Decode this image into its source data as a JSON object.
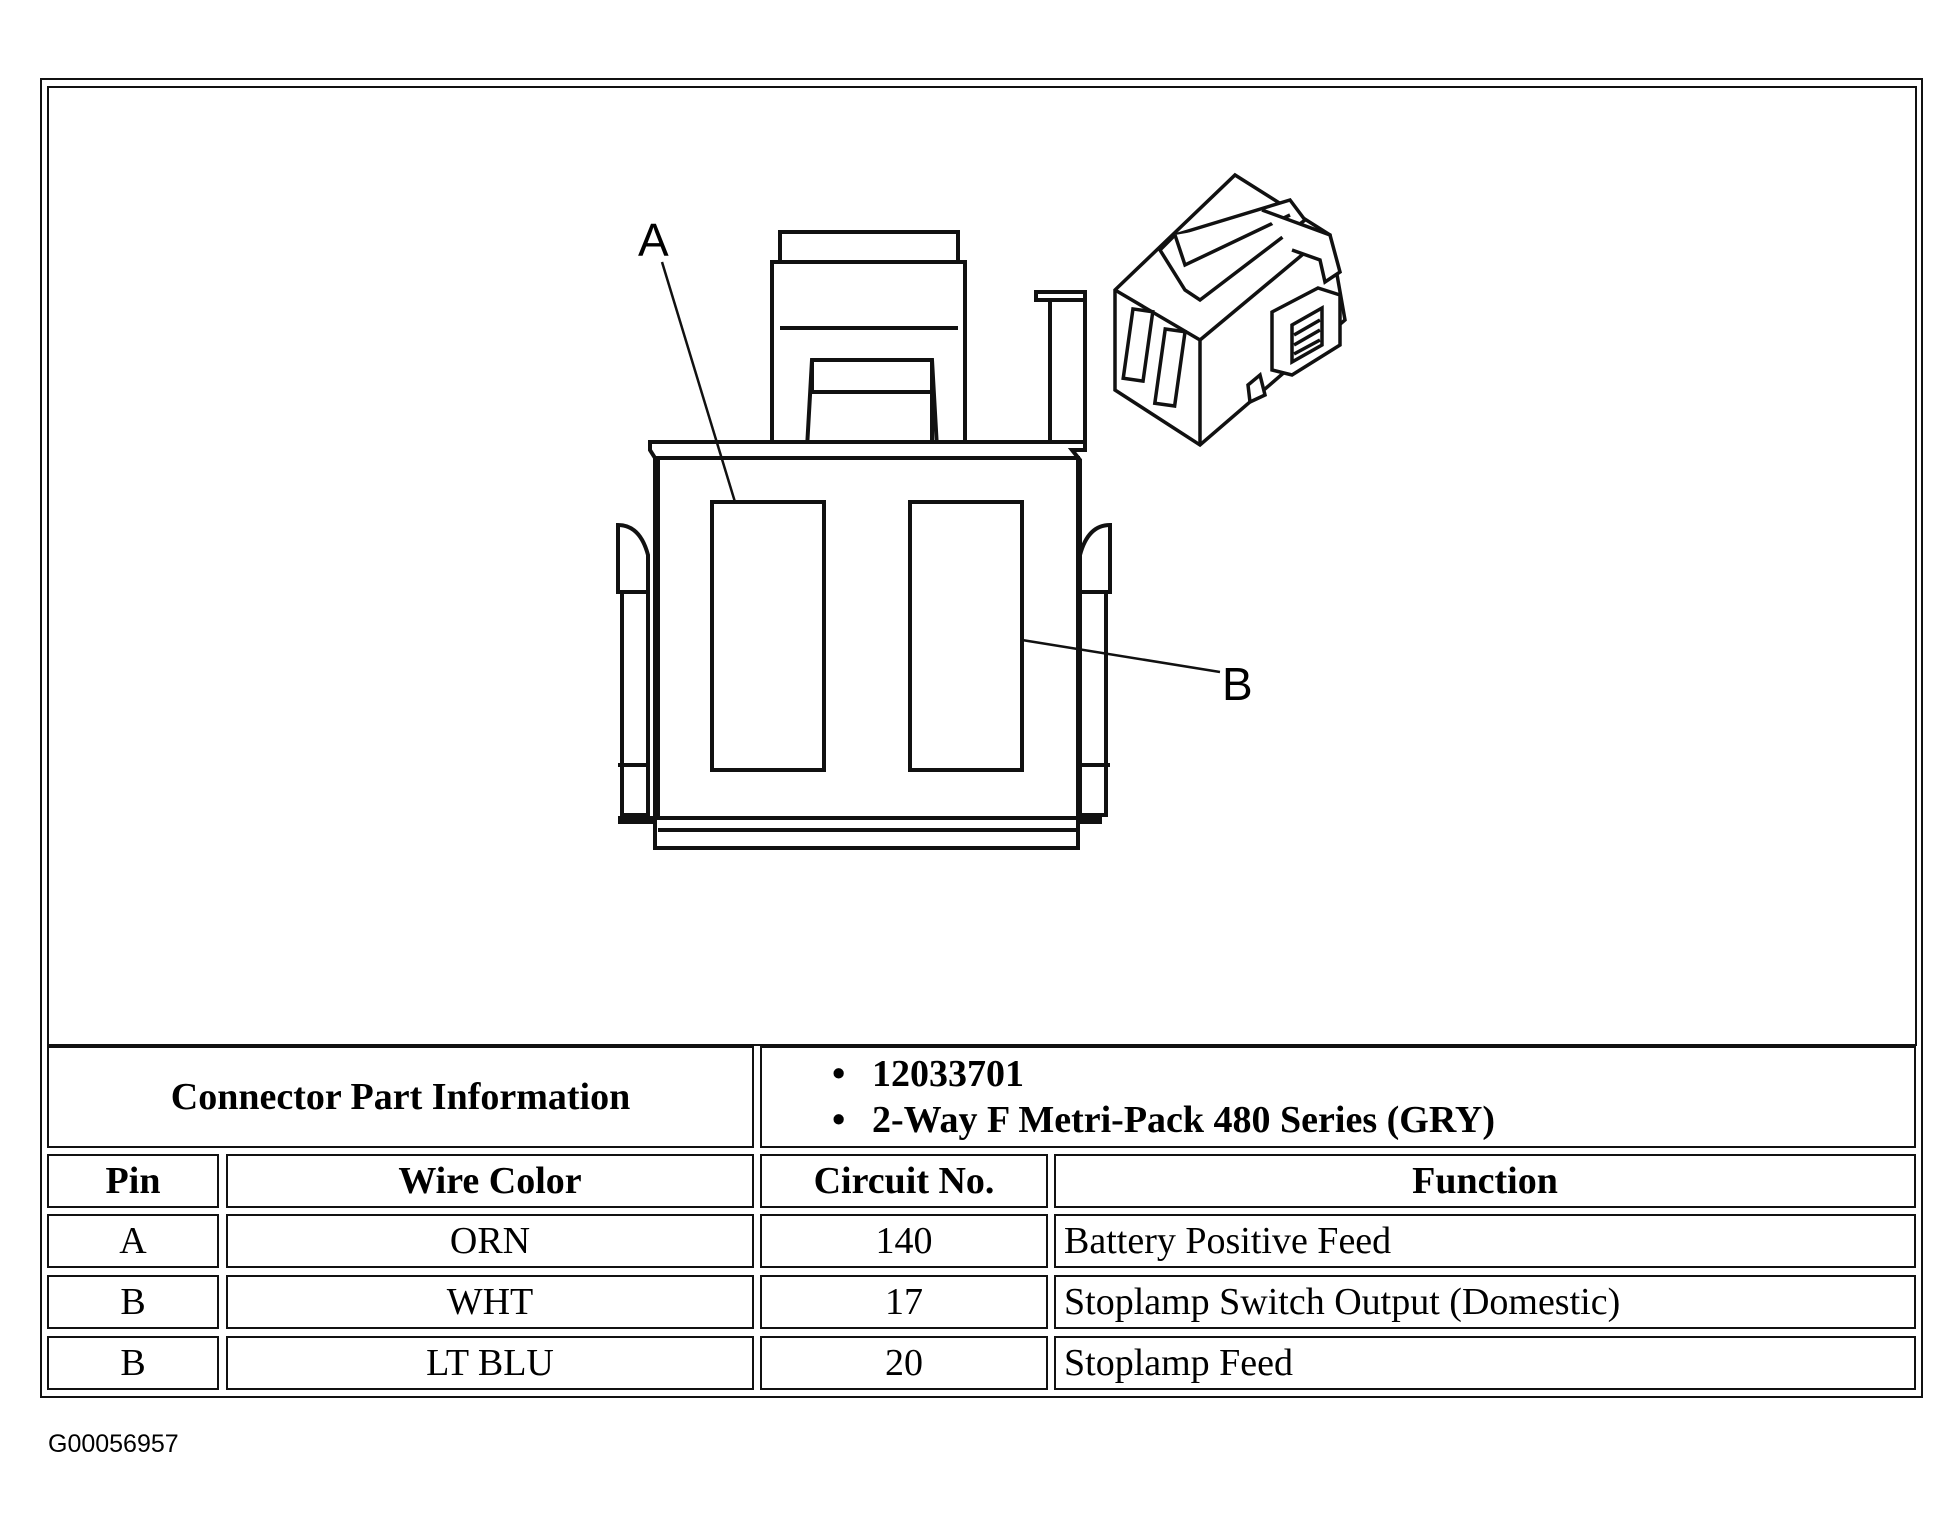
{
  "diagram": {
    "pin_labels": {
      "a": "A",
      "b": "B"
    }
  },
  "connector": {
    "header_label": "Connector Part Information",
    "part_info": [
      "12033701",
      "2-Way F Metri-Pack 480 Series (GRY)"
    ]
  },
  "table": {
    "columns": [
      "Pin",
      "Wire Color",
      "Circuit No.",
      "Function"
    ],
    "rows": [
      {
        "pin": "A",
        "wire_color": "ORN",
        "circuit": "140",
        "function": "Battery Positive Feed"
      },
      {
        "pin": "B",
        "wire_color": "WHT",
        "circuit": "17",
        "function": "Stoplamp Switch Output (Domestic)"
      },
      {
        "pin": "B",
        "wire_color": "LT BLU",
        "circuit": "20",
        "function": "Stoplamp Feed"
      }
    ]
  },
  "figure_id": "G00056957"
}
